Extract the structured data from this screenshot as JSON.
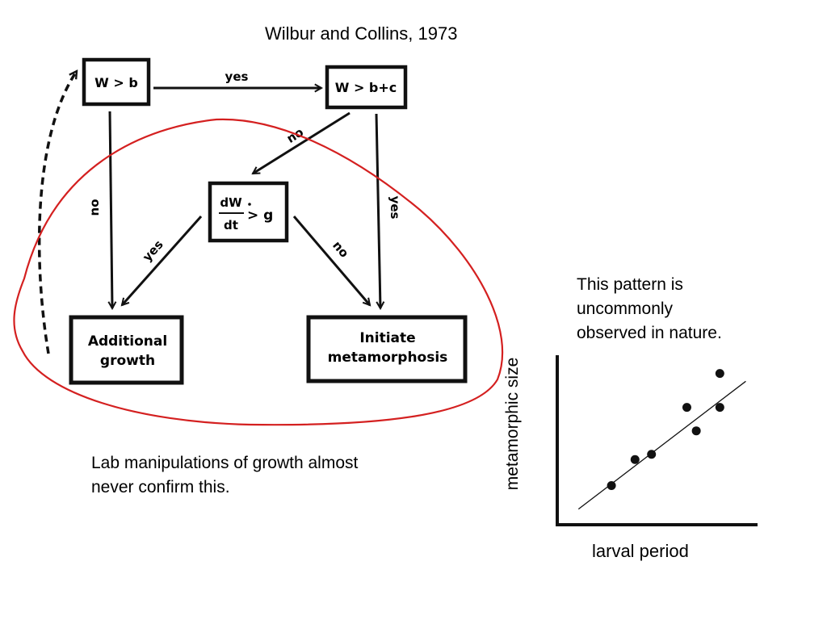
{
  "title": "Wilbur and Collins, 1973",
  "colors": {
    "highlight_ellipse": "#d42020",
    "ink": "#111111"
  },
  "flowchart": {
    "box_w_gt_b": "W > b",
    "box_w_gt_bc": "W > b+c",
    "box_dw_num": "dW",
    "box_dw_den": "dt",
    "box_dw_rel": "> g",
    "box_growth_line1": "Additional",
    "box_growth_line2": "growth",
    "box_meta_line1": "Initiate",
    "box_meta_line2": "metamorphosis",
    "edge_top_yes": "yes",
    "edge_bc_no": "no",
    "edge_left_no": "no",
    "edge_right_yes": "yes",
    "edge_dw_yes": "yes",
    "edge_dw_no": "no"
  },
  "notes": {
    "right": "This pattern is uncommonly observed in nature.",
    "bottom": "Lab manipulations of growth almost never confirm this."
  },
  "chart_data": {
    "type": "scatter",
    "xlabel": "larval period",
    "ylabel": "metamorphic size",
    "points": [
      {
        "x": 2.3,
        "y": 1.5
      },
      {
        "x": 3.3,
        "y": 2.5
      },
      {
        "x": 4.0,
        "y": 2.7
      },
      {
        "x": 5.9,
        "y": 3.6
      },
      {
        "x": 5.5,
        "y": 4.5
      },
      {
        "x": 6.9,
        "y": 4.5
      },
      {
        "x": 6.9,
        "y": 5.8
      }
    ],
    "trendline": {
      "x": [
        0.9,
        8.0
      ],
      "y": [
        0.6,
        5.5
      ]
    },
    "xlim": [
      0,
      8.5
    ],
    "ylim": [
      0,
      6.5
    ]
  }
}
